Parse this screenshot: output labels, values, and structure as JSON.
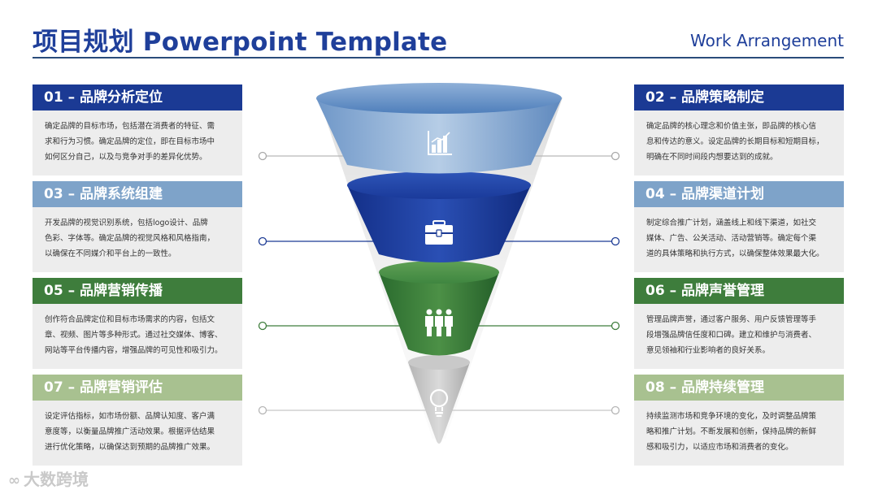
{
  "header": {
    "title": "项目规划 Powerpoint Template",
    "subtitle": "Work Arrangement"
  },
  "cards": [
    {
      "title": "01 – 品牌分析定位",
      "lines": [
        "确定品牌的目标市场，包括潜在消费者的特征、需",
        "求和行为习惯。确定品牌的定位，即在目标市场中",
        "如何区分自己，以及与竞争对手的差异化优势。"
      ]
    },
    {
      "title": "02 – 品牌策略制定",
      "lines": [
        "确定品牌的核心理念和价值主张，即品牌的核心信",
        "息和传达的意义。设定品牌的长期目标和短期目标，",
        "明确在不同时间段内想要达到的成就。"
      ]
    },
    {
      "title": "03 – 品牌系统组建",
      "lines": [
        "开发品牌的视觉识别系统，包括logo设计、品牌",
        "色彩、字体等。确定品牌的视觉风格和风格指南，",
        "以确保在不同媒介和平台上的一致性。"
      ]
    },
    {
      "title": "04 – 品牌渠道计划",
      "lines": [
        "制定综合推广计划，涵盖线上和线下渠道，如社交",
        "媒体、广告、公关活动、活动营销等。确定每个渠",
        "道的具体策略和执行方式，以确保整体效果最大化。"
      ]
    },
    {
      "title": "05 – 品牌营销传播",
      "lines": [
        "创作符合品牌定位和目标市场需求的内容，包括文",
        "章、视频、图片等多种形式。通过社交媒体、博客、",
        "网站等平台传播内容，增强品牌的可见性和吸引力。"
      ]
    },
    {
      "title": "06 – 品牌声誉管理",
      "lines": [
        "管理品牌声誉，通过客户服务、用户反馈管理等手",
        "段增强品牌信任度和口碑。建立和维护与消费者、",
        "意见领袖和行业影响者的良好关系。"
      ]
    },
    {
      "title": "07 – 品牌营销评估",
      "lines": [
        "设定评估指标，如市场份额、品牌认知度、客户满",
        "意度等，以衡量品牌推广活动效果。根据评估结果",
        "进行优化策略，以确保达到预期的品牌推广效果。"
      ]
    },
    {
      "title": "08 – 品牌持续管理",
      "lines": [
        "持续监测市场和竞争环境的变化，及时调整品牌策",
        "略和推广计划。不断发展和创新，保持品牌的新鲜",
        "感和吸引力，以适应市场和消费者的变化。"
      ]
    }
  ],
  "funnel_icons": [
    "bar-chart-icon",
    "briefcase-icon",
    "team-icon",
    "lightbulb-icon"
  ],
  "colors": {
    "title": "#1f3f9a",
    "level1": "#1b3a94",
    "level2": "#7ea3c9",
    "level3": "#3e7d3c",
    "level4": "#a8c190",
    "card_bg": "#ededed"
  },
  "watermark": "大数跨境"
}
